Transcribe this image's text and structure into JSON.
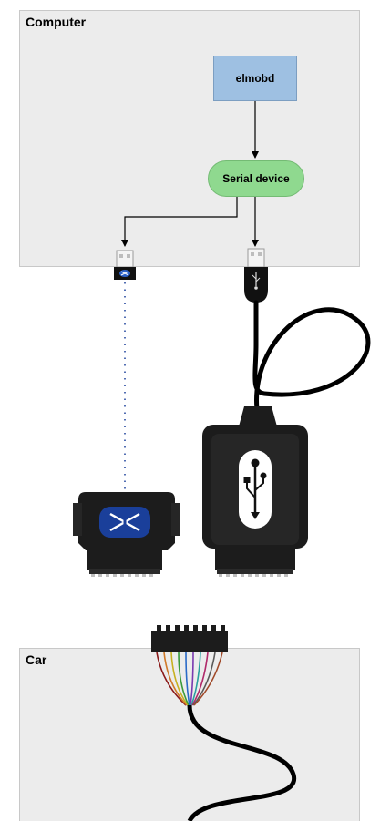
{
  "computer": {
    "label": "Computer"
  },
  "car": {
    "label": "Car"
  },
  "nodes": {
    "elmobd": "elmobd",
    "serial_device": "Serial device"
  },
  "colors": {
    "container_fill": "#ececec",
    "elmobd_fill": "#9ec0e2",
    "serial_fill": "#8fd98f",
    "bluetooth_blue": "#1a3f9a",
    "device_black": "#1c1c1c"
  },
  "icons": [
    "usb-plug-icon",
    "bluetooth-dongle-icon",
    "bluetooth-icon",
    "usb-trident-icon",
    "obd-connector-icon",
    "wire-harness-icon"
  ]
}
